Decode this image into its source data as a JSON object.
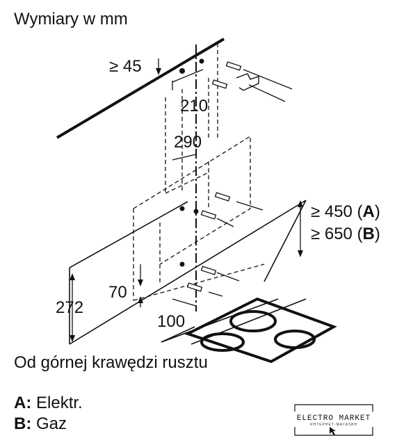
{
  "title": "Wymiary w mm",
  "caption": "Od górnej krawędzi rusztu",
  "legend": [
    {
      "key": "A:",
      "text": "Elektr."
    },
    {
      "key": "B:",
      "text": "Gaz"
    }
  ],
  "dimensions": {
    "min_top": "≥ 45",
    "d210": "210",
    "d290": "290",
    "min_a_value": "≥ 450 (",
    "min_a_key": "A",
    "min_a_close": ")",
    "min_b_value": "≥ 650 (",
    "min_b_key": "B",
    "min_b_close": ")",
    "d70": "70",
    "d272": "272",
    "d100": "100"
  },
  "logo": {
    "name": "ELECTRO MARKET",
    "tagline": "ИНТЕРНЕТ-МАГАЗИН"
  }
}
